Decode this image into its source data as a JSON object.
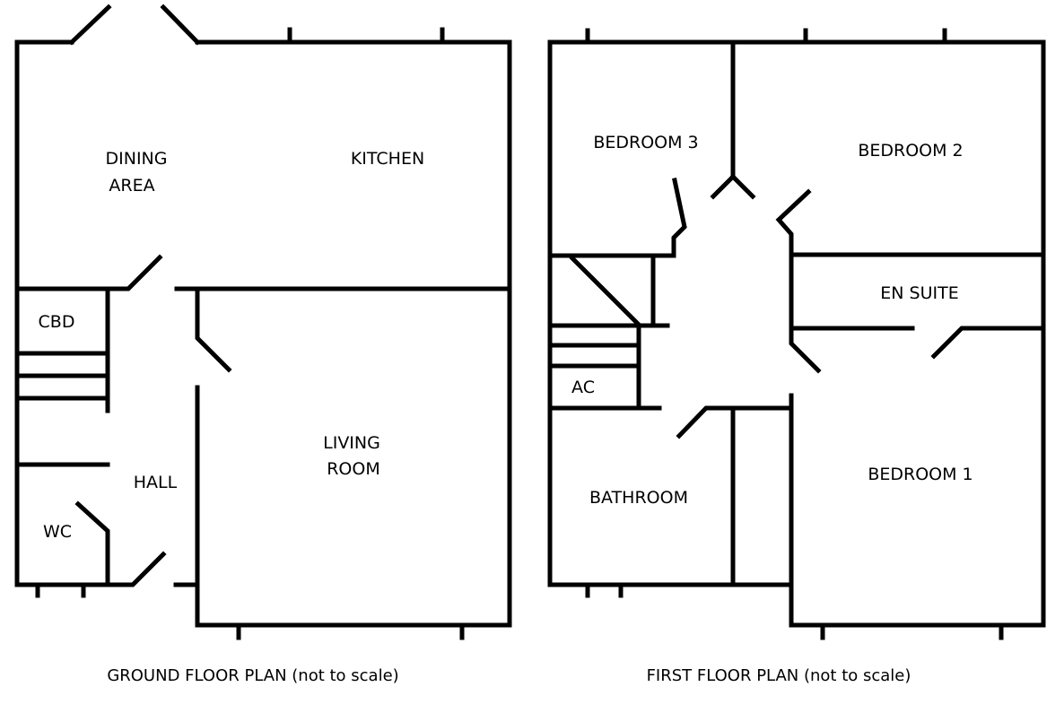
{
  "ground_floor": {
    "caption": "GROUND FLOOR PLAN (not to scale)",
    "rooms": {
      "dining_line1": "DINING",
      "dining_line2": "AREA",
      "kitchen": "KITCHEN",
      "cbd": "CBD",
      "hall": "HALL",
      "wc": "WC",
      "living_line1": "LIVING",
      "living_line2": "ROOM"
    }
  },
  "first_floor": {
    "caption": "FIRST FLOOR PLAN (not to scale)",
    "rooms": {
      "bedroom3": "BEDROOM 3",
      "bedroom2": "BEDROOM 2",
      "en_suite": "EN SUITE",
      "ac": "AC",
      "bathroom": "BATHROOM",
      "bedroom1": "BEDROOM 1"
    }
  },
  "colors": {
    "wall": "#000000",
    "background": "#ffffff"
  }
}
